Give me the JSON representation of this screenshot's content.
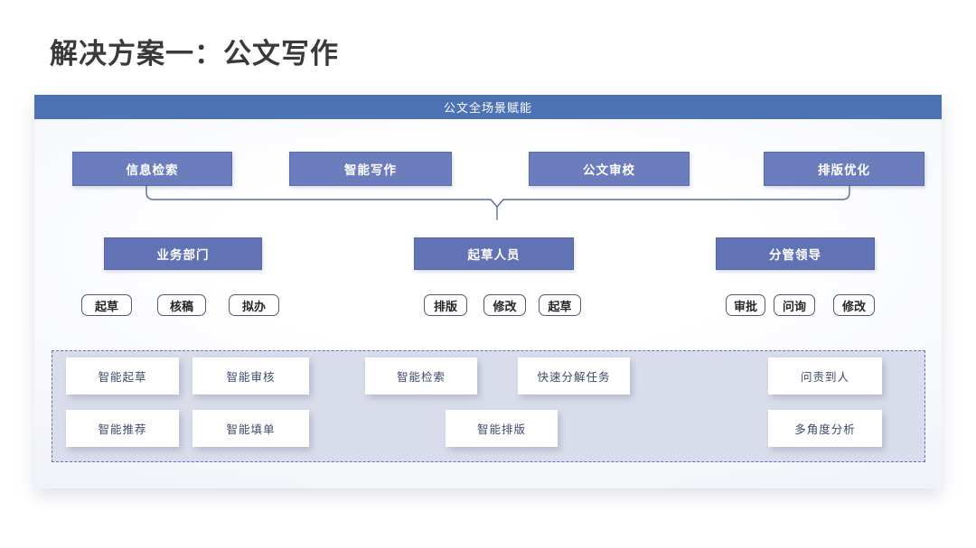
{
  "title": "解决方案一：公文写作",
  "panel": {
    "header": "公文全场景赋能"
  },
  "capabilities": [
    {
      "label": "信息检索"
    },
    {
      "label": "智能写作"
    },
    {
      "label": "公文审校"
    },
    {
      "label": "排版优化"
    }
  ],
  "roles": [
    {
      "label": "业务部门"
    },
    {
      "label": "起草人员"
    },
    {
      "label": "分管领导"
    }
  ],
  "tasks": {
    "business": [
      "起草",
      "核稿",
      "拟办"
    ],
    "drafter": [
      "排版",
      "修改",
      "起草"
    ],
    "leader": [
      "审批",
      "问询",
      "修改"
    ]
  },
  "features": {
    "row1": [
      "智能起草",
      "智能审核",
      "智能检索",
      "快速分解任务",
      "问责到人"
    ],
    "row2": [
      "智能推荐",
      "智能填单",
      "智能排版",
      "多角度分析"
    ]
  },
  "colors": {
    "header_bar": "#4d73b5",
    "capability_box": "#6b7dbd",
    "role_box": "#6173b5",
    "connector": "#5b6b9a",
    "pill_border": "#4e5a73",
    "feature_text": "#3e4a6e",
    "dashed_border": "#5f76b0",
    "dashed_background": "#d9ddeb"
  }
}
